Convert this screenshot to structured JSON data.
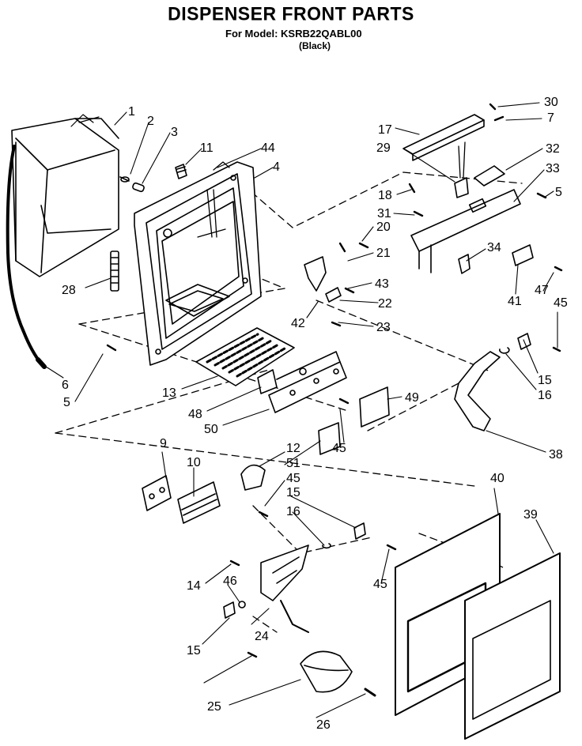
{
  "header": {
    "title": "DISPENSER FRONT PARTS",
    "model": "For Model: KSRB22QABL00",
    "variant": "(Black)"
  },
  "callouts": [
    "1",
    "2",
    "3",
    "11",
    "44",
    "4",
    "28",
    "5",
    "6",
    "13",
    "48",
    "50",
    "9",
    "10",
    "12",
    "51",
    "45",
    "14",
    "46",
    "15",
    "24",
    "25",
    "26",
    "17",
    "29",
    "18",
    "31",
    "20",
    "21",
    "43",
    "42",
    "22",
    "23",
    "30",
    "7",
    "32",
    "33",
    "5",
    "34",
    "41",
    "47",
    "45",
    "15",
    "16",
    "49",
    "45",
    "38",
    "40",
    "39",
    "15",
    "16",
    "45"
  ]
}
